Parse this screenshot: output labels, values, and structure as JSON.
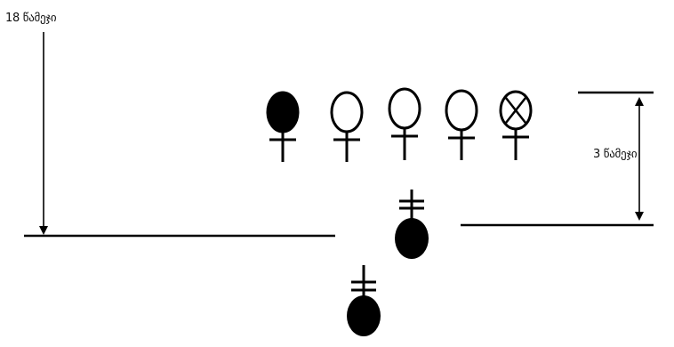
{
  "labels": {
    "left_interval": "18 წამეჯი",
    "right_interval": "3 წამეჯი"
  },
  "symbols": {
    "top_row": [
      {
        "type": "female",
        "fill": "filled"
      },
      {
        "type": "female",
        "fill": "open"
      },
      {
        "type": "female",
        "fill": "open"
      },
      {
        "type": "female",
        "fill": "open"
      },
      {
        "type": "female",
        "fill": "crossed"
      }
    ],
    "lower": [
      {
        "type": "double-cross-female",
        "fill": "filled"
      },
      {
        "type": "double-cross-female",
        "fill": "filled"
      }
    ]
  },
  "colors": {
    "ink": "#000000",
    "background": "#ffffff"
  }
}
